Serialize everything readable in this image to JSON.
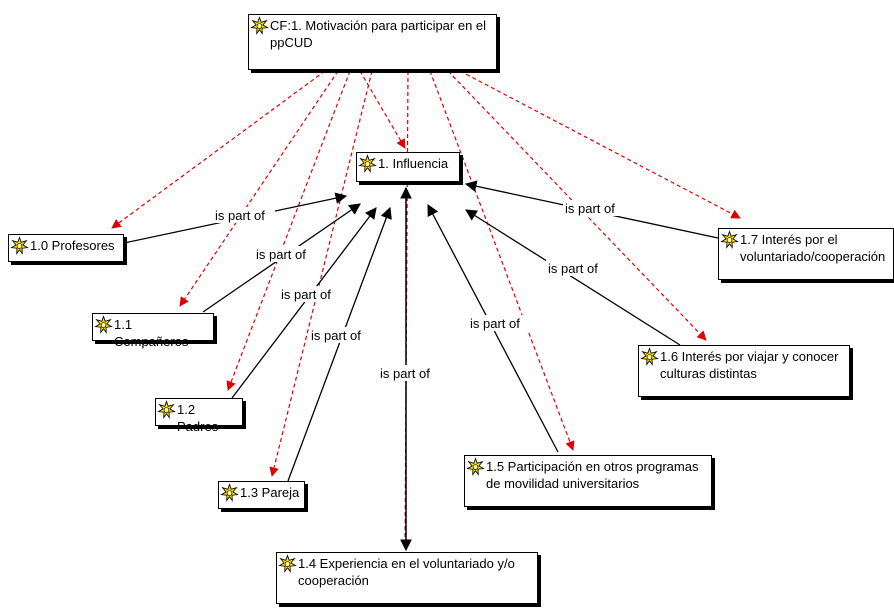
{
  "root": {
    "label": "CF:1. Motivación para participar en el\nppCUD"
  },
  "center": {
    "label": "1. Influencia"
  },
  "nodes": [
    {
      "id": "profesores",
      "label": "1.0 Profesores"
    },
    {
      "id": "companeros",
      "label": "1.1 Compañeros"
    },
    {
      "id": "padres",
      "label": "1.2 Padres"
    },
    {
      "id": "pareja",
      "label": "1.3 Pareja"
    },
    {
      "id": "experiencia",
      "label": "1.4 Experiencia en el voluntariado y/o\ncooperación"
    },
    {
      "id": "participacion",
      "label": "1.5 Participación en otros programas\nde movilidad universitarios"
    },
    {
      "id": "viajar",
      "label": "1.6 Interés por viajar y conocer\nculturas distintas"
    },
    {
      "id": "voluntariado",
      "label": "1.7 Interés por el\nvoluntariado/cooperación"
    }
  ],
  "relation_label": "is part of",
  "icon": "code-node-icon",
  "colors": {
    "dashed_link": "#e00000",
    "solid_link": "#000000",
    "icon_fill": "#ffe600",
    "icon_stroke": "#000000"
  }
}
